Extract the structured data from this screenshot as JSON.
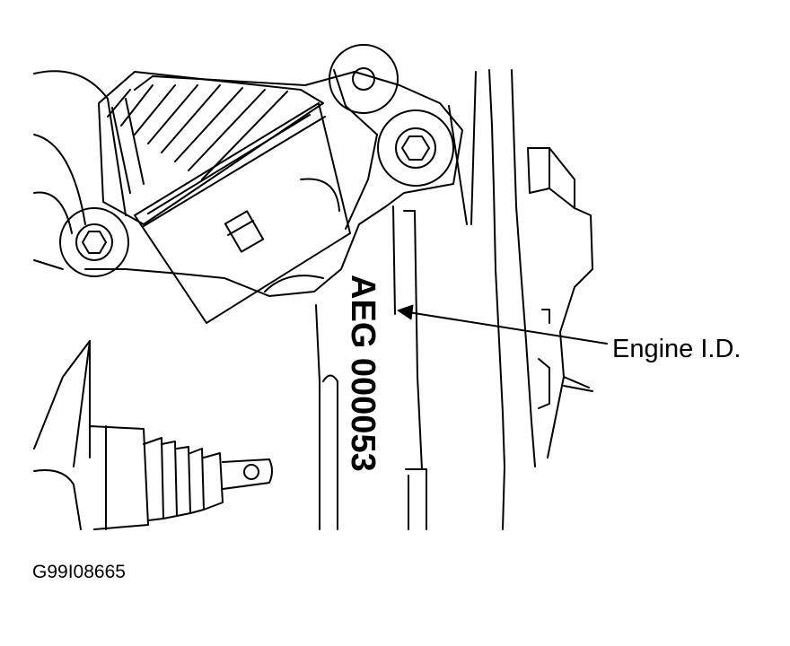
{
  "diagram": {
    "engine_code": "AEG 000053",
    "callout_label": "Engine I.D.",
    "figure_id": "G99I08665",
    "colors": {
      "line": "#000000",
      "background": "#ffffff"
    }
  }
}
